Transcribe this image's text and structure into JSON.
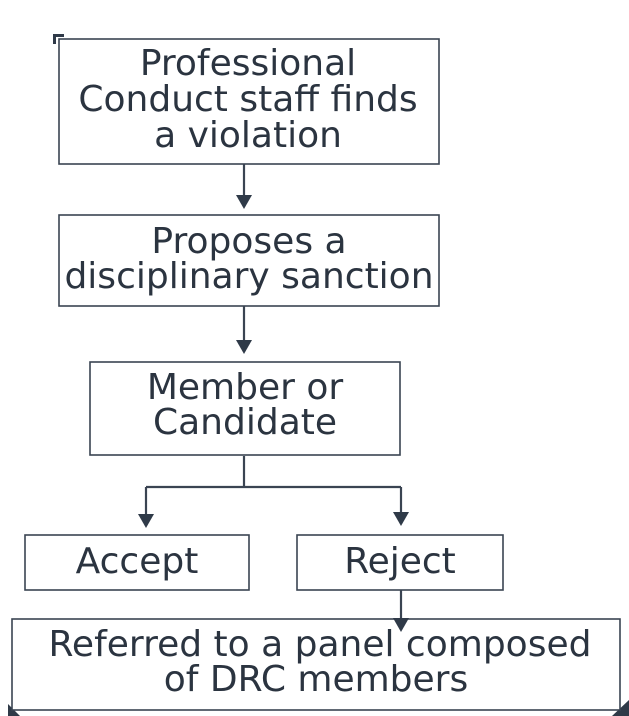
{
  "nodes": {
    "finds_violation": {
      "lines": [
        "Professional",
        "Conduct staff finds",
        "a violation"
      ]
    },
    "proposes_sanction": {
      "lines": [
        "Proposes a",
        "disciplinary sanction"
      ]
    },
    "member_or_candidate": {
      "lines": [
        "Member or",
        "Candidate"
      ]
    },
    "accept": {
      "lines": [
        "Accept"
      ]
    },
    "reject": {
      "lines": [
        "Reject"
      ]
    },
    "referred_panel": {
      "lines": [
        "Referred to a panel composed",
        "of DRC members"
      ]
    }
  },
  "colors": {
    "text": "#2b3440",
    "stroke": "#3a4452",
    "arrow": "#2f3a48",
    "background": "#ffffff"
  }
}
